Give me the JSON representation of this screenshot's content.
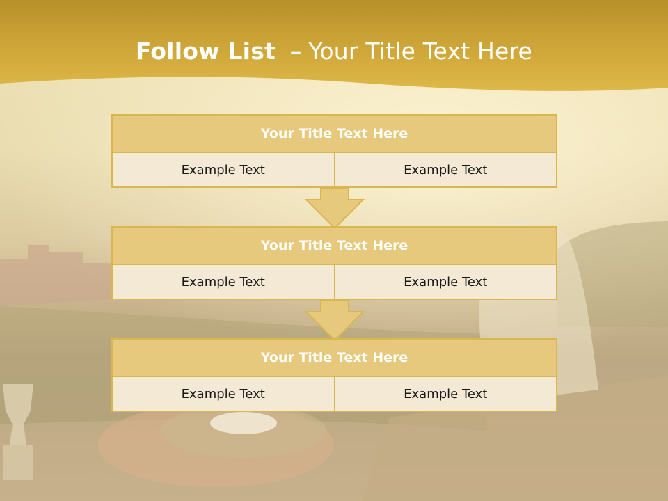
{
  "slide": {
    "title_bold": "Follow List",
    "title_dash": "–",
    "title_rest": "Your Title Text Here"
  },
  "blocks": [
    {
      "title": "Your Title Text Here",
      "left": "Example Text",
      "right": "Example Text"
    },
    {
      "title": "Your Title Text Here",
      "left": "Example Text",
      "right": "Example Text"
    },
    {
      "title": "Your Title Text Here",
      "left": "Example Text",
      "right": "Example Text"
    }
  ],
  "colors": {
    "header_gold": "#c89d2a",
    "block_head": "#e6c97c",
    "block_border": "#d9b64f",
    "cell_fill": "#f4e9d5",
    "arrow_fill": "#e6c97c"
  },
  "icons": [
    "down-arrow-icon"
  ]
}
